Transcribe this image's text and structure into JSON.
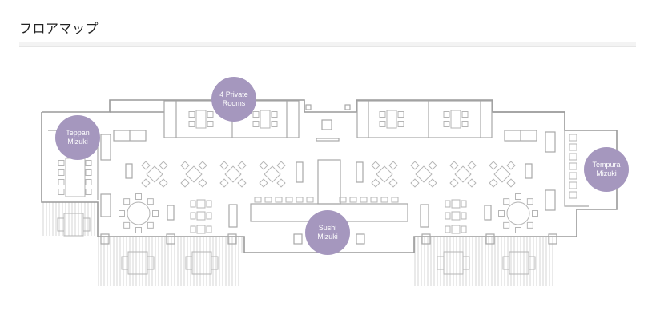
{
  "page": {
    "title": "フロアマップ"
  },
  "floor_map": {
    "areas": [
      {
        "id": "private-rooms",
        "label": "4 Private\nRooms"
      },
      {
        "id": "teppan",
        "label": "Teppan\nMizuki"
      },
      {
        "id": "tempura",
        "label": "Tempura\nMizuki"
      },
      {
        "id": "sushi",
        "label": "Sushi\nMizuki"
      }
    ],
    "colors": {
      "badge": "#a597be",
      "line": "#9a9a9a",
      "furniture": "#b5b5b5"
    }
  }
}
